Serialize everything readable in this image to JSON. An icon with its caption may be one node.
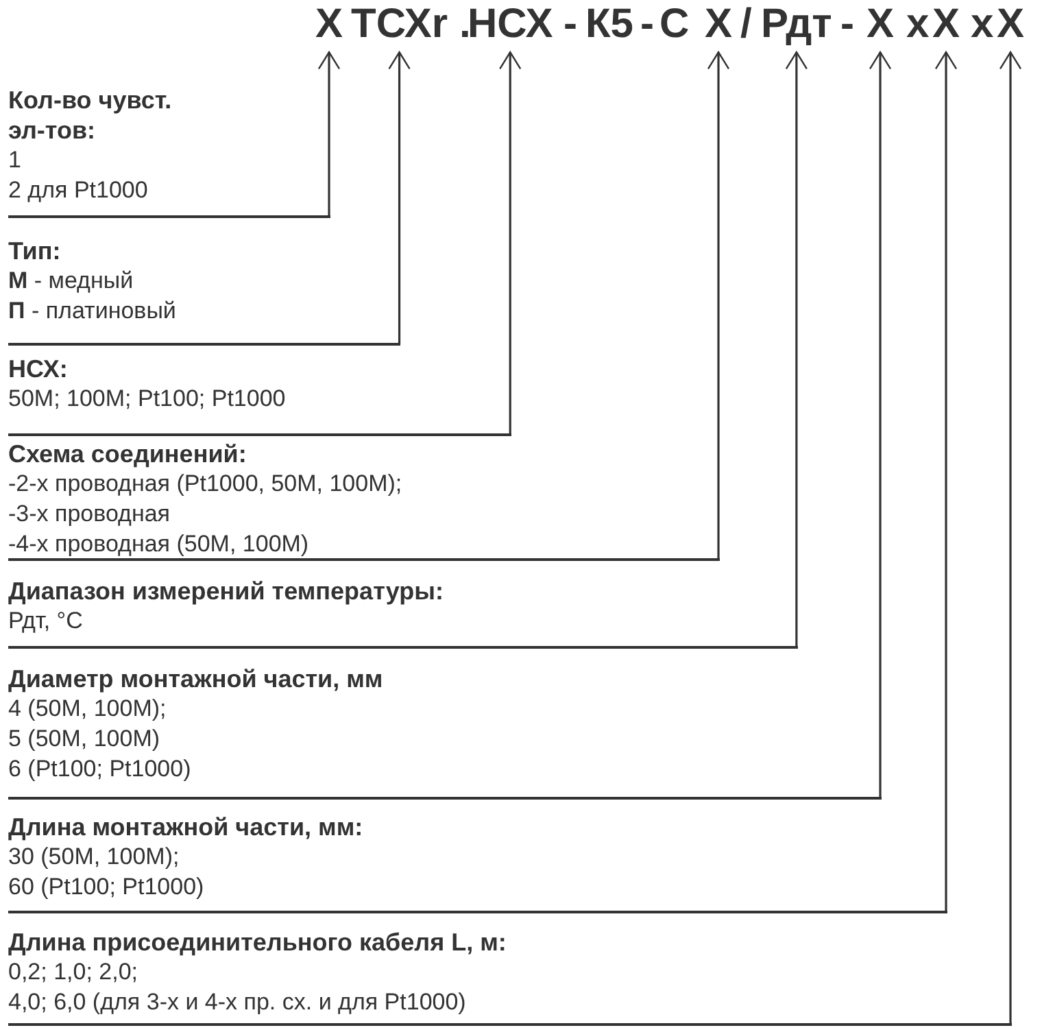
{
  "diagram": {
    "nodes": [
      {
        "text": [
          "X"
        ]
      },
      {
        "text": [
          "ТСХr"
        ]
      },
      {
        "text": [
          "НСХ"
        ]
      },
      {
        "text": [
          "X"
        ]
      },
      {
        "text": [
          "Рдт"
        ]
      },
      {
        "text": [
          "X"
        ]
      },
      {
        "text": [
          "X"
        ]
      },
      {
        "text": [
          "X"
        ]
      },
      {
        "text": [
          "Кол-во чувст. эл-тов:",
          "1",
          "2 для Pt1000"
        ]
      },
      {
        "text": [
          "Тип:",
          "**М** - медный",
          "**П** - платиновый"
        ]
      },
      {
        "text": [
          "НСХ:",
          "50M; 100M; Pt100; Pt1000"
        ]
      },
      {
        "text": [
          "Схема соединений:",
          "-2-х проводная (Pt1000, 50M, 100M);",
          "-3-х проводная",
          "-4-х проводная (50M, 100M)"
        ]
      },
      {
        "text": [
          "Диапазон измерений температуры:",
          "Рдт, °C"
        ]
      },
      {
        "text": [
          "Диаметр монтажной части, мм",
          "4 (50M, 100M);",
          "5 (50M, 100M)",
          "6 (Pt100; Pt1000)"
        ]
      },
      {
        "text": [
          "Длина монтажной части, мм:",
          "30 (50M, 100M);",
          "60 (Pt100; Pt1000)"
        ]
      },
      {
        "text": [
          "Длина присоединительного кабеля L, м:",
          "0,2; 1,0; 2,0;",
          "4,0; 6,0 (для 3-х и 4-х пр. сх. и для Pt1000)"
        ]
      }
    ],
    "edges": [
      {
        "from": 8,
        "to": 0,
        "arrow": "to"
      },
      {
        "from": 9,
        "to": 1,
        "arrow": "to"
      },
      {
        "from": 10,
        "to": 2,
        "arrow": "to"
      },
      {
        "from": 11,
        "to": 3,
        "arrow": "to"
      },
      {
        "from": 12,
        "to": 4,
        "arrow": "to"
      },
      {
        "from": 13,
        "to": 5,
        "arrow": "to"
      },
      {
        "from": 14,
        "to": 6,
        "arrow": "to"
      },
      {
        "from": 15,
        "to": 7,
        "arrow": "to"
      }
    ],
    "labels": [
      ".",
      "-",
      "К5",
      "-",
      "С",
      "/",
      "-",
      "x",
      "x"
    ]
  }
}
